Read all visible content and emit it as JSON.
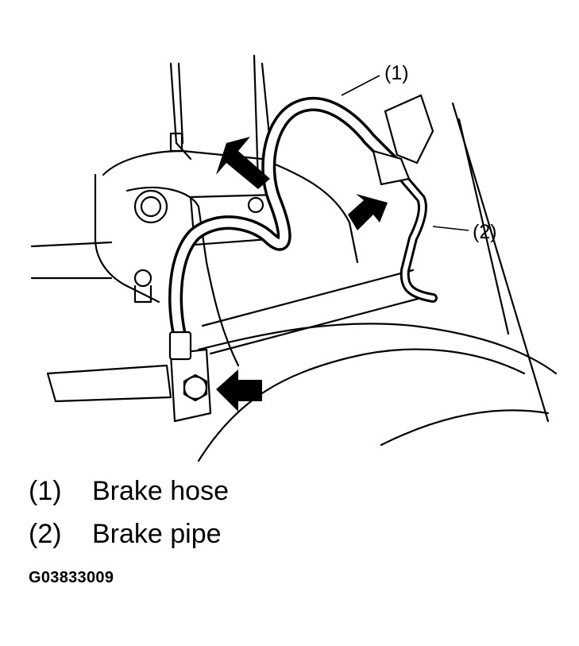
{
  "callouts": [
    {
      "marker": "(1)"
    },
    {
      "marker": "(2)"
    }
  ],
  "legend": [
    {
      "marker": "(1)",
      "label": "Brake hose"
    },
    {
      "marker": "(2)",
      "label": "Brake pipe"
    }
  ],
  "figure_id": "G03833009"
}
